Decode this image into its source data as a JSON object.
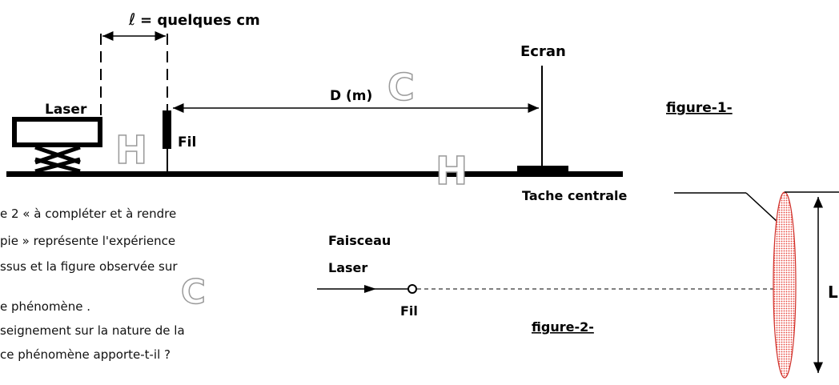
{
  "figure1": {
    "ell_label": "= quelques cm",
    "ell_symbol": "ℓ",
    "laser_label": "Laser",
    "fil_label": "Fil",
    "distance_label": "D (m)",
    "screen_label": "Ecran",
    "caption": "figure-1-"
  },
  "figure2": {
    "central_spot_label": "Tache centrale",
    "beam_label_line1": "Faisceau",
    "beam_label_line2": "Laser",
    "fil_label": "Fil",
    "caption": "figure-2-",
    "width_label": "L"
  },
  "body_text": [
    "e  2 « à compléter et  à rendre",
    "pie » représente  l'expérience",
    "ssus  et  la figure observée  sur",
    "e phénomène .",
    "seignement  sur  la nature  de la",
    "ce    phénomène    apporte-t-il ?"
  ],
  "watermarks": [
    "C",
    "H",
    "H",
    "C"
  ],
  "colors": {
    "spot_fill": "#e8453c",
    "line": "#000000",
    "watermark_stroke": "#9a9a9a"
  }
}
